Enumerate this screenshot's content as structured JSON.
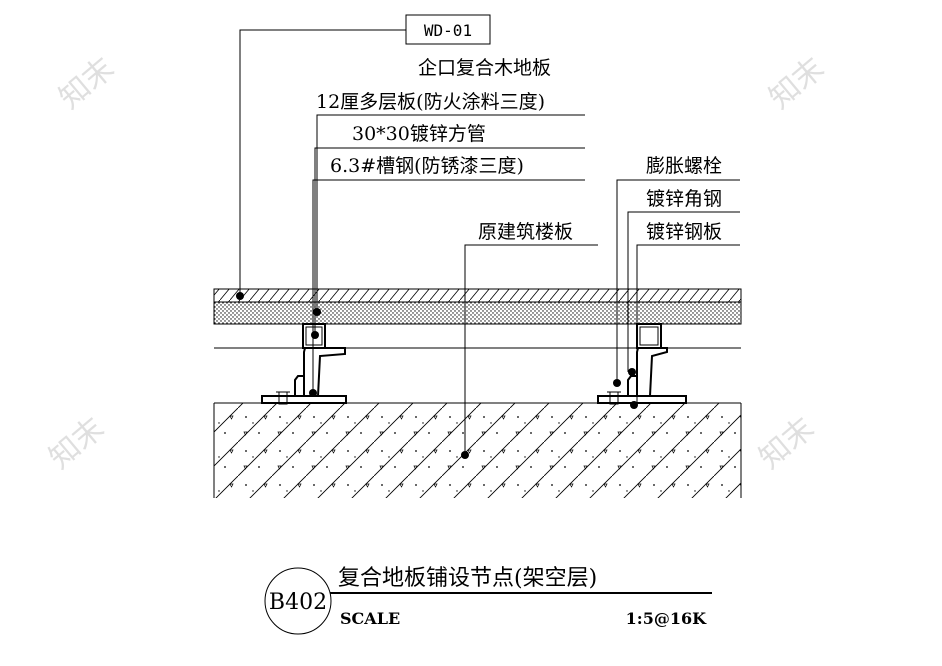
{
  "tag_box": "WD-01",
  "labels": {
    "wood_floor": "企口复合木地板",
    "plywood": "12厘多层板(防火涂料三度)",
    "square_tube": "30*30镀锌方管",
    "channel_steel": "6.3#槽钢(防锈漆三度)",
    "slab": "原建筑楼板",
    "bolt": "膨胀螺栓",
    "angle_steel": "镀锌角钢",
    "steel_plate": "镀锌钢板"
  },
  "title_block": {
    "number": "B402",
    "title": "复合地板铺设节点(架空层)",
    "scale_label": "SCALE",
    "scale_value": "1:5@16K"
  },
  "watermark": "知末"
}
